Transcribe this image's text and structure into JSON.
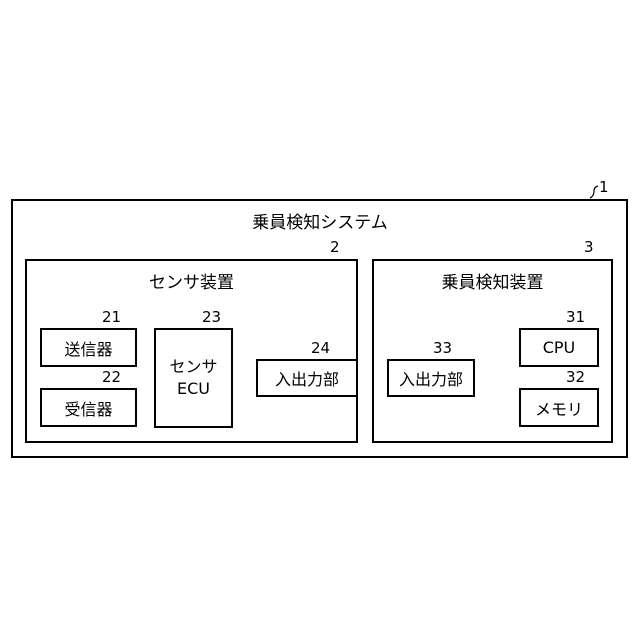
{
  "system": {
    "ref": "1",
    "title": "乗員検知システム"
  },
  "sensor_device": {
    "ref": "2",
    "title": "センサ装置",
    "transmitter": {
      "ref": "21",
      "label": "送信器"
    },
    "receiver": {
      "ref": "22",
      "label": "受信器"
    },
    "ecu": {
      "ref": "23",
      "line1": "センサ",
      "line2": "ECU"
    },
    "io": {
      "ref": "24",
      "label": "入出力部"
    }
  },
  "detection_device": {
    "ref": "3",
    "title": "乗員検知装置",
    "io": {
      "ref": "33",
      "label": "入出力部"
    },
    "cpu": {
      "ref": "31",
      "label": "CPU"
    },
    "memory": {
      "ref": "32",
      "label": "メモリ"
    }
  }
}
